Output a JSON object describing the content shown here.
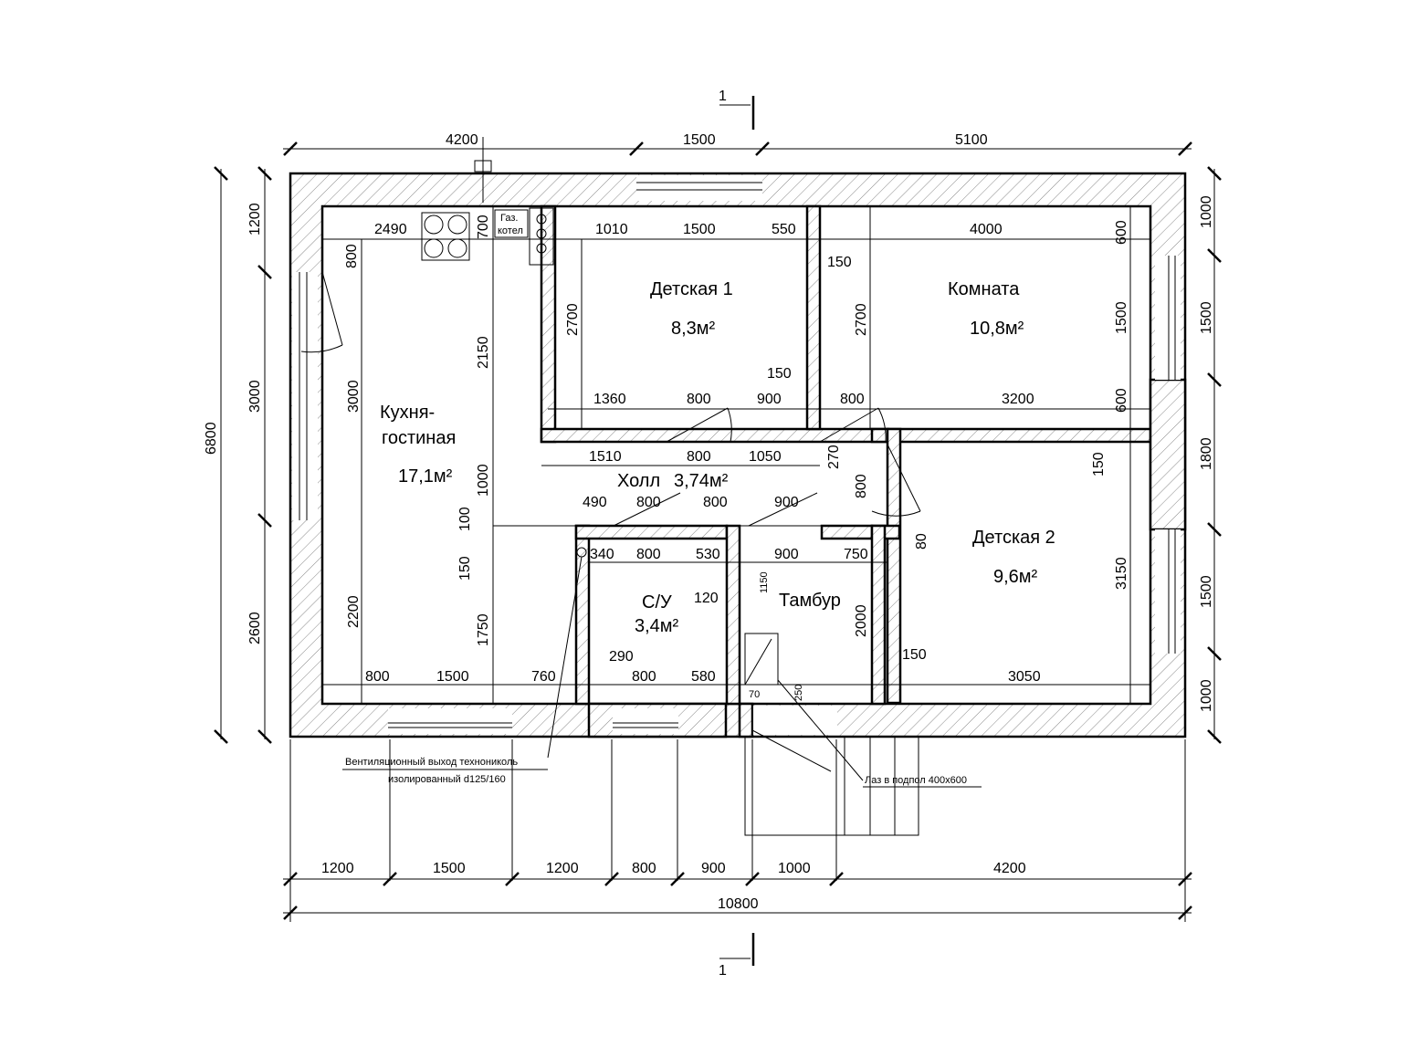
{
  "rooms": {
    "kitchen_name_1": "Кухня-",
    "kitchen_name_2": "гостиная",
    "kitchen_area": "17,1м²",
    "child1_name": "Детская 1",
    "child1_area": "8,3м²",
    "room_name": "Комната",
    "room_area": "10,8м²",
    "hall_name": "Холл",
    "hall_area": "3,74м²",
    "bath_name": "С/У",
    "bath_area": "3,4м²",
    "vestibule_name": "Тамбур",
    "child2_name": "Детская 2",
    "child2_area": "9,6м²"
  },
  "labels": {
    "gas_boiler_1": "Газ.",
    "gas_boiler_2": "котел",
    "vent_note_1": "Вентиляционный выход технониколь",
    "vent_note_2": "изолированный d125/160",
    "hatch_note": "Лаз в подпол 400х600",
    "section_top": "1",
    "section_bottom": "1"
  },
  "dims": {
    "top_1": "4200",
    "top_2": "1500",
    "top_3": "5100",
    "bottom_1": "1200",
    "bottom_2": "1500",
    "bottom_3": "1200",
    "bottom_4": "800",
    "bottom_5": "900",
    "bottom_6": "1000",
    "bottom_7": "4200",
    "overall_w": "10800",
    "overall_h": "6800",
    "left_1": "1200",
    "left_2": "3000",
    "left_3": "2600",
    "right_1": "1000",
    "right_2": "1500",
    "right_3": "1800",
    "right_4": "1500",
    "right_5": "1000",
    "k_2490": "2490",
    "k_700": "700",
    "k_800a": "800",
    "k_3000": "3000",
    "k_2150": "2150",
    "k_1000": "1000",
    "k_100": "100",
    "k_150": "150",
    "k_2200": "2200",
    "k_1750": "1750",
    "k_800b": "800",
    "k_1500": "1500",
    "k_760": "760",
    "c1_1010": "1010",
    "c1_1500": "1500",
    "c1_550": "550",
    "c1_2700": "2700",
    "c1_1360": "1360",
    "c1_800": "800",
    "c1_900": "900",
    "c1_150": "150",
    "r_4000": "4000",
    "r_600a": "600",
    "r_150": "150",
    "r_2700": "2700",
    "r_1500": "1500",
    "r_800": "800",
    "r_3200": "3200",
    "r_600b": "600",
    "h_1510": "1510",
    "h_800": "800",
    "h_1050": "1050",
    "h_270": "270",
    "h_490": "490",
    "h_800b": "800",
    "h_800c": "800",
    "h_900": "900",
    "s_340": "340",
    "s_800": "800",
    "s_530": "530",
    "s_120": "120",
    "s_290": "290",
    "s_800b": "800",
    "s_580": "580",
    "t_900": "900",
    "t_750": "750",
    "t_1150": "1150",
    "t_2000": "2000",
    "t_70": "70",
    "t_250": "250",
    "d2_800": "800",
    "d2_80": "80",
    "d2_150a": "150",
    "d2_3150": "3150",
    "d2_150b": "150",
    "d2_3050": "3050"
  }
}
